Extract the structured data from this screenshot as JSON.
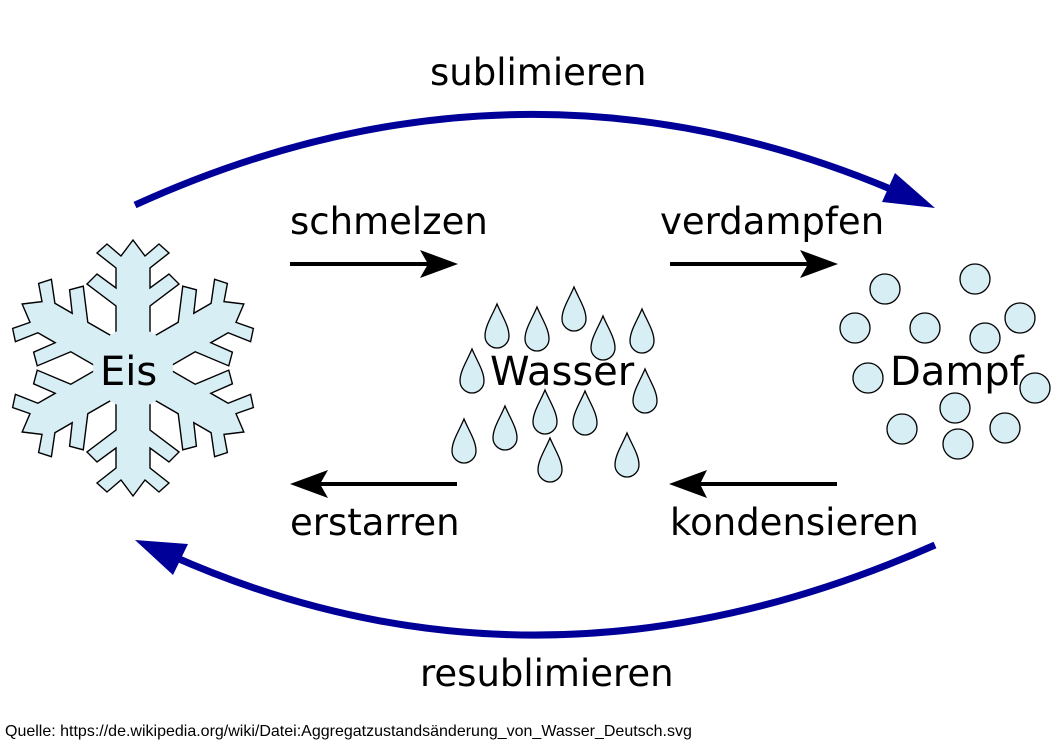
{
  "states": {
    "ice": "Eis",
    "water": "Wasser",
    "vapor": "Dampf"
  },
  "transitions": {
    "sublimation": "sublimieren",
    "melting": "schmelzen",
    "evaporation": "verdampfen",
    "freezing": "erstarren",
    "condensation": "kondensieren",
    "deposition": "resublimieren"
  },
  "colors": {
    "outer_arrow": "#000099",
    "inner_arrow": "#000000",
    "particle_fill": "#d7eef4",
    "particle_stroke": "#000000"
  },
  "source": "Quelle: https://de.wikipedia.org/wiki/Datei:Aggregatzustandsänderung_von_Wasser_Deutsch.svg"
}
